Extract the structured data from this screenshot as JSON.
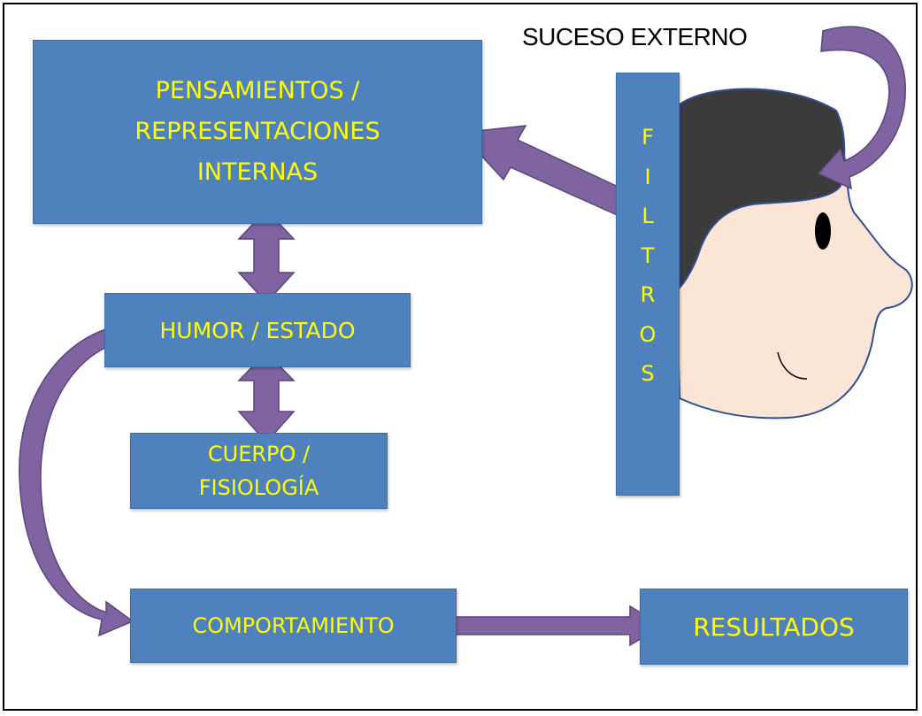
{
  "external_event": "SUCESO EXTERNO",
  "boxes": {
    "thoughts": "PENSAMIENTOS /\nREPRESENTACIONES\nINTERNAS",
    "mood": "HUMOR / ESTADO",
    "body": "CUERPO /\nFISIOLOGÍA",
    "behavior": "COMPORTAMIENTO",
    "results": "RESULTADOS"
  },
  "filters_letters": [
    "F",
    "I",
    "L",
    "T",
    "R",
    "O",
    "S"
  ],
  "colors": {
    "box_fill": "#4f81bd",
    "box_text": "#ffff00",
    "arrow_fill": "#8064a2",
    "hair": "#3b3b3b",
    "skin": "#fbe5d6"
  }
}
